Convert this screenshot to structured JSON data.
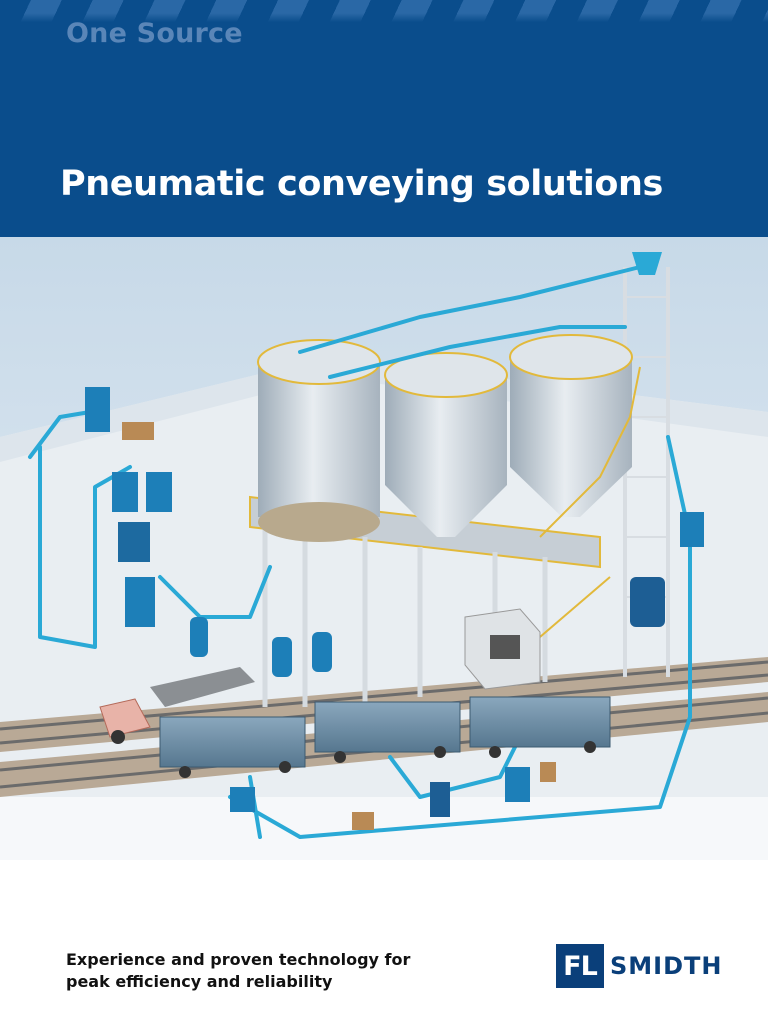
{
  "header": {
    "series_label": "One Source",
    "title": "Pneumatic conveying solutions"
  },
  "illustration": {
    "icon": "pneumatic-plant-illustration"
  },
  "footer": {
    "tagline_line1": "Experience and proven technology for",
    "tagline_line2": "peak efficiency and reliability",
    "logo_mark": "FL",
    "logo_text": "SMIDTH"
  },
  "colors": {
    "brand_blue": "#0a4d8c",
    "logo_blue": "#0a3f7a",
    "pipe_cyan": "#2aa9d6",
    "silo_grey": "#c9d2da"
  }
}
